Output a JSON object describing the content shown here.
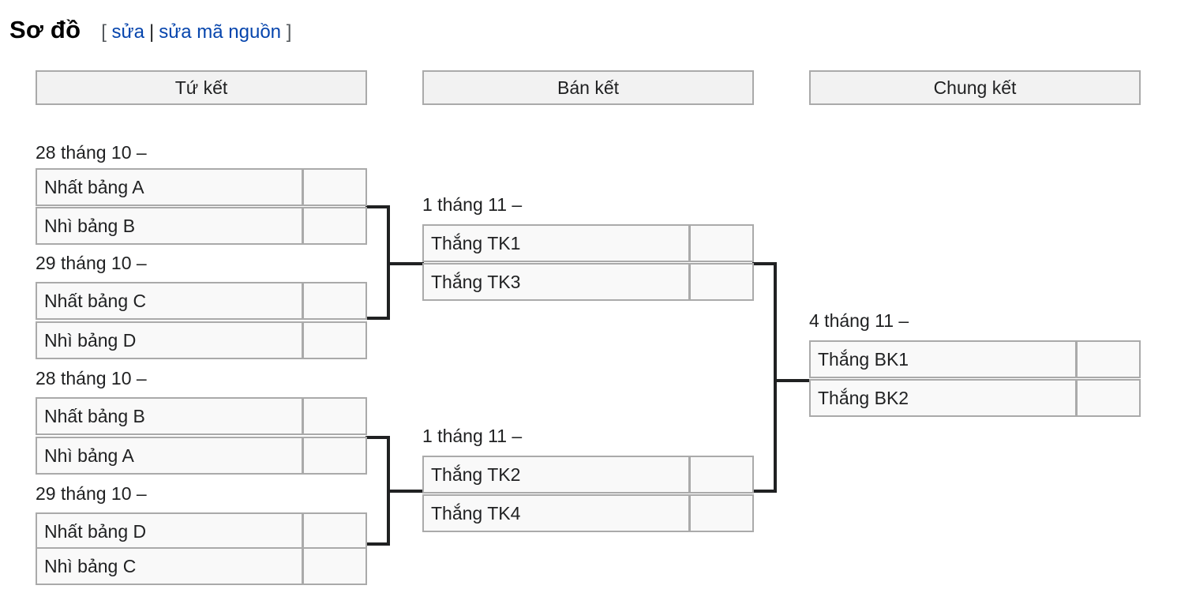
{
  "section": {
    "title": "Sơ đồ",
    "edit_open": "[",
    "edit_label": "sửa",
    "separator": "|",
    "edit_source_label": "sửa mã nguồn",
    "edit_close": "]"
  },
  "rounds": [
    "Tứ kết",
    "Bán kết",
    "Chung kết"
  ],
  "quarterfinals": [
    {
      "date": "28 tháng 10 –",
      "teams": [
        "Nhất bảng A",
        "Nhì bảng B"
      ],
      "scores": [
        "",
        ""
      ]
    },
    {
      "date": "29 tháng 10 –",
      "teams": [
        "Nhất bảng C",
        "Nhì bảng D"
      ],
      "scores": [
        "",
        ""
      ]
    },
    {
      "date": "28 tháng 10 –",
      "teams": [
        "Nhất bảng B",
        "Nhì bảng A"
      ],
      "scores": [
        "",
        ""
      ]
    },
    {
      "date": "29 tháng 10 –",
      "teams": [
        "Nhất bảng D",
        "Nhì bảng C"
      ],
      "scores": [
        "",
        ""
      ]
    }
  ],
  "semifinals": [
    {
      "date": "1 tháng 11 –",
      "teams": [
        "Thắng TK1",
        "Thắng TK3"
      ],
      "scores": [
        "",
        ""
      ]
    },
    {
      "date": "1 tháng 11 –",
      "teams": [
        "Thắng TK2",
        "Thắng TK4"
      ],
      "scores": [
        "",
        ""
      ]
    }
  ],
  "final": {
    "date": "4 tháng 11 –",
    "teams": [
      "Thắng BK1",
      "Thắng BK2"
    ],
    "scores": [
      "",
      ""
    ]
  }
}
